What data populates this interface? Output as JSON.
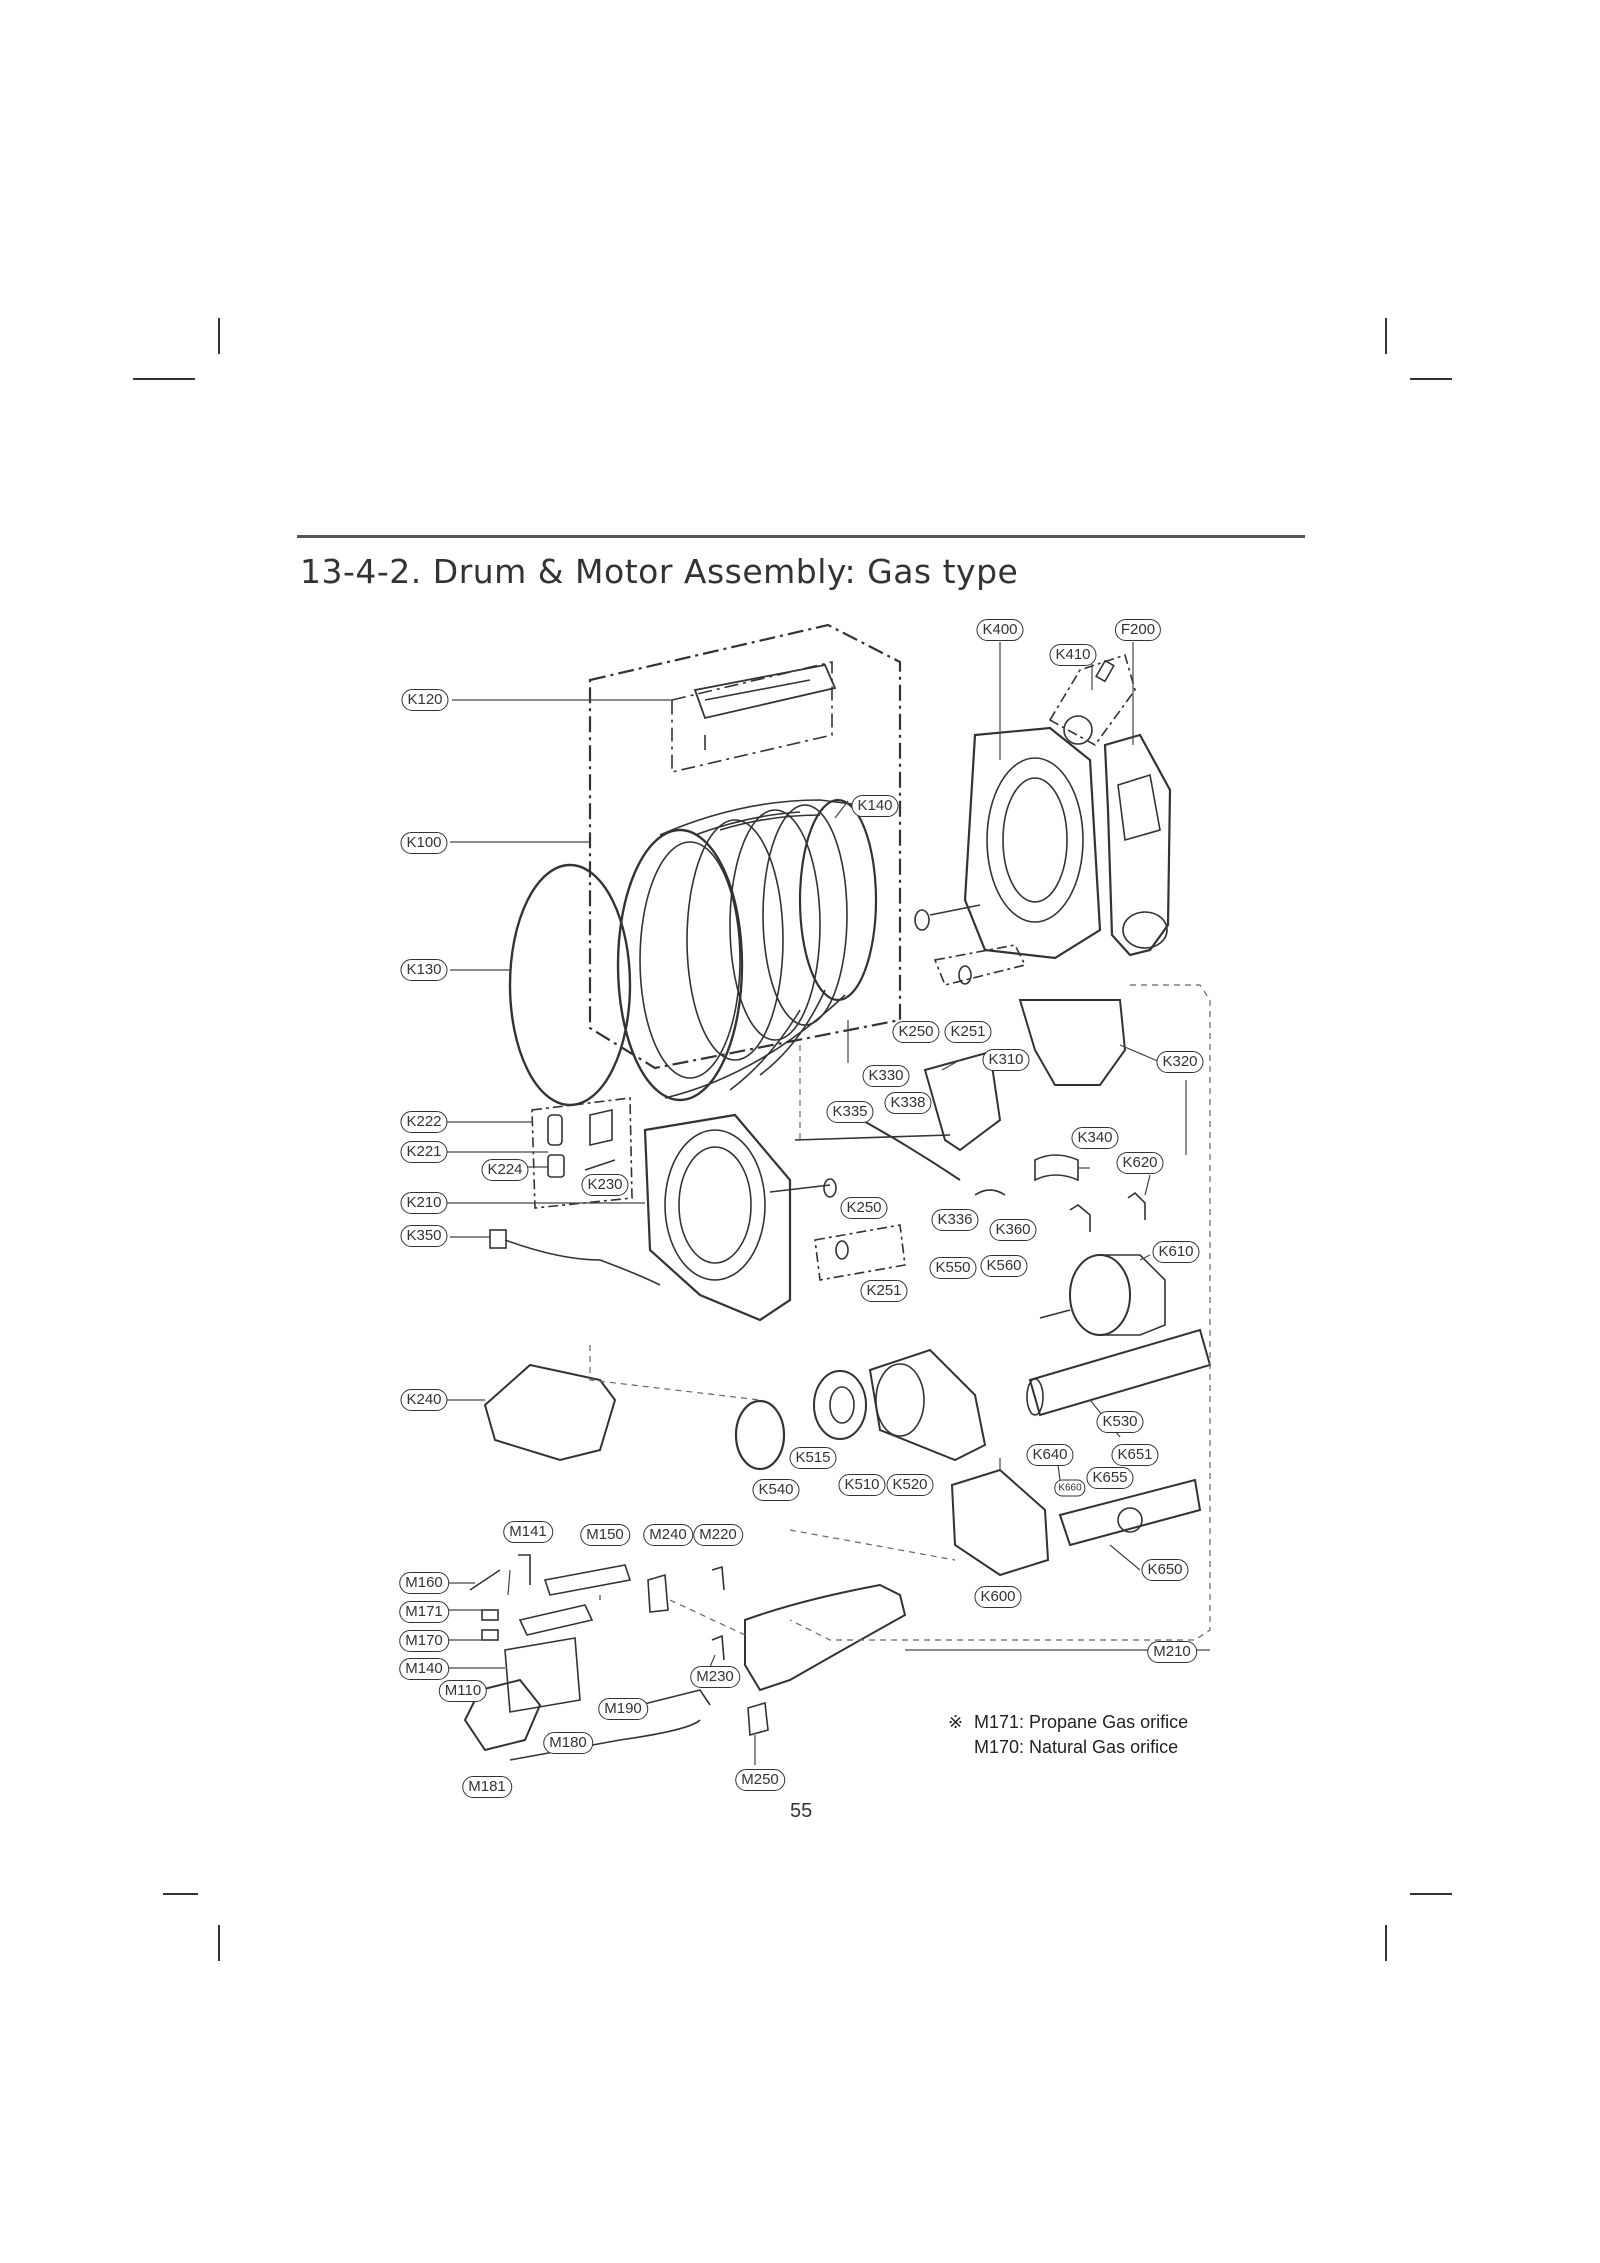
{
  "page": {
    "title": "13-4-2. Drum & Motor Assembly: Gas type",
    "page_number": "55"
  },
  "note": {
    "symbol": "※",
    "lines": [
      "M171: Propane Gas orifice",
      "M170: Natural Gas orifice"
    ]
  },
  "labels": {
    "K400": "K400",
    "F200": "F200",
    "K410": "K410",
    "K120": "K120",
    "K140": "K140",
    "K100": "K100",
    "K130": "K130",
    "K250_top": "K250",
    "K251_top": "K251",
    "K310": "K310",
    "K320": "K320",
    "K330": "K330",
    "K338": "K338",
    "K335": "K335",
    "K222": "K222",
    "K221": "K221",
    "K224": "K224",
    "K230": "K230",
    "K340": "K340",
    "K620": "K620",
    "K210": "K210",
    "K250_mid": "K250",
    "K336": "K336",
    "K360": "K360",
    "K350": "K350",
    "K610": "K610",
    "K550": "K550",
    "K560": "K560",
    "K251_mid": "K251",
    "K240": "K240",
    "K530": "K530",
    "K640": "K640",
    "K651": "K651",
    "K515": "K515",
    "K655": "K655",
    "K660": "K660",
    "K540": "K540",
    "K510": "K510",
    "K520": "K520",
    "M141": "M141",
    "M150": "M150",
    "M240": "M240",
    "M220": "M220",
    "K650": "K650",
    "M160": "M160",
    "K600": "K600",
    "M171": "M171",
    "M170": "M170",
    "M210": "M210",
    "M140": "M140",
    "M230": "M230",
    "M110": "M110",
    "M190": "M190",
    "M180": "M180",
    "M250": "M250",
    "M181": "M181"
  }
}
